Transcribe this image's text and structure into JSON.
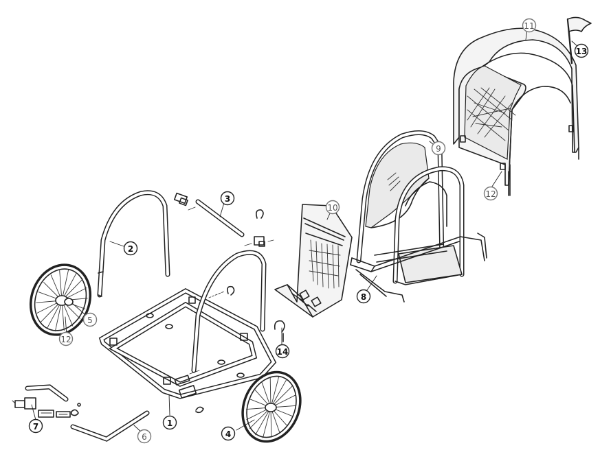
{
  "diagram": {
    "callouts": [
      {
        "id": "c1",
        "label": "1"
      },
      {
        "id": "c2",
        "label": "2"
      },
      {
        "id": "c3",
        "label": "3"
      },
      {
        "id": "c4",
        "label": "4"
      },
      {
        "id": "c5",
        "label": "5"
      },
      {
        "id": "c6",
        "label": "6"
      },
      {
        "id": "c7",
        "label": "7"
      },
      {
        "id": "c8",
        "label": "8"
      },
      {
        "id": "c9",
        "label": "9"
      },
      {
        "id": "c10",
        "label": "10"
      },
      {
        "id": "c11",
        "label": "11"
      },
      {
        "id": "c12a",
        "label": "12"
      },
      {
        "id": "c12b",
        "label": "12"
      },
      {
        "id": "c13",
        "label": "13"
      },
      {
        "id": "c14",
        "label": "14"
      }
    ]
  }
}
